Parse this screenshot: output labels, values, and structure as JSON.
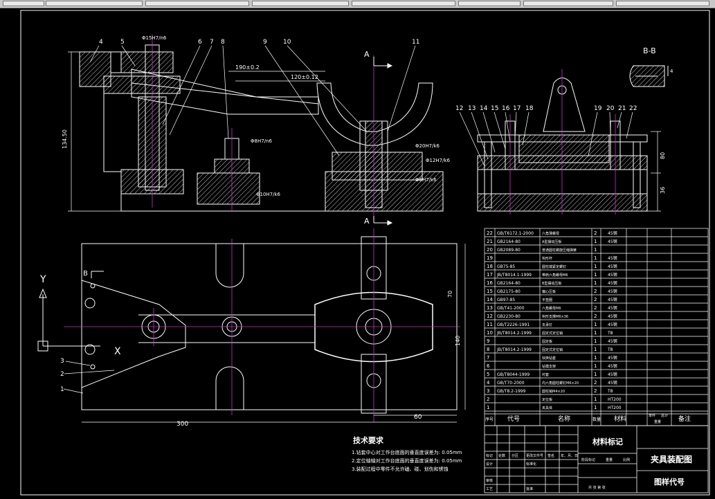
{
  "colors": {
    "background": "#000000",
    "line": "#ffffff",
    "center": "#cc33cc",
    "highlight": "#ffff00",
    "hatch": "#ffffff"
  },
  "front_view": {
    "section_label_top": "A",
    "section_label_bottom": "A",
    "dimensions": {
      "length_190": "190±0.2",
      "length_120": "120±0.12",
      "height": "134.50",
      "fit_15": "Φ15H7/n6",
      "fit_8": "Φ8H7/n6",
      "fit_20": "Φ20H7/k6",
      "fit_12": "Φ12H7/k6",
      "fit_6": "Φ6H7/k6",
      "fit_10": "Φ10H7/k6"
    },
    "balloons": [
      "4",
      "5",
      "6",
      "7",
      "8",
      "9",
      "10",
      "11"
    ]
  },
  "side_view": {
    "section_label": "B-B",
    "dim_4": "4",
    "dim_80": "80",
    "dim_36": "36",
    "balloons": [
      "12",
      "13",
      "14",
      "15",
      "16",
      "17",
      "18",
      "19",
      "20",
      "21",
      "22"
    ]
  },
  "top_view": {
    "axis_y": "Y",
    "axis_x": "X",
    "label_b": "B",
    "dim_300": "300",
    "dim_60": "60",
    "dim_70": "70",
    "dim_140": "140",
    "balloons": [
      "3",
      "2",
      "1"
    ]
  },
  "tech_req": {
    "title": "技术要求",
    "items": [
      "1.钻套中心对工作台底面的垂直度误差为: 0.05mm",
      "2.定位轴轴对工作台底面的垂直度误差为: 0.05mm",
      "3.装配过程中零件不允许磕、碰、划伤和锈蚀"
    ]
  },
  "bom": {
    "rows": [
      {
        "no": "22",
        "code": "GB/T6172.1-2000",
        "name": "六角薄螺母",
        "qty": "2",
        "mat": "45钢"
      },
      {
        "no": "21",
        "code": "GB2164-80",
        "name": "A型摆动压板",
        "qty": "1",
        "mat": "45钢"
      },
      {
        "no": "20",
        "code": "GB2089-80",
        "name": "普通圆柱螺旋压缩弹簧",
        "qty": "1",
        "mat": ""
      },
      {
        "no": "19",
        "code": "",
        "name": "钩形杆",
        "qty": "1",
        "mat": "45钢"
      },
      {
        "no": "18",
        "code": "GB75-85",
        "name": "圆柱端紧定螺钉",
        "qty": "1",
        "mat": "45钢"
      },
      {
        "no": "17",
        "code": "JB/T8014.1-1999",
        "name": "带肩六角螺母M6",
        "qty": "1",
        "mat": "45钢"
      },
      {
        "no": "16",
        "code": "GB2164-80",
        "name": "B型摆动压板",
        "qty": "1",
        "mat": "45钢"
      },
      {
        "no": "15",
        "code": "GB2175-80",
        "name": "偏心压板",
        "qty": "2",
        "mat": "45钢"
      },
      {
        "no": "14",
        "code": "GB97-85",
        "name": "平垫圈",
        "qty": "2",
        "mat": "45钢"
      },
      {
        "no": "13",
        "code": "GB/T41-2000",
        "name": "六角螺母M6",
        "qty": "2",
        "mat": "45钢"
      },
      {
        "no": "12",
        "code": "GB2230-80",
        "name": "钩形支撑M6×36",
        "qty": "2",
        "mat": "45钢"
      },
      {
        "no": "11",
        "code": "GB/T2226-1991",
        "name": "支承钉",
        "qty": "1",
        "mat": "45钢"
      },
      {
        "no": "10",
        "code": "JB/T8014.2-1999",
        "name": "固定式定位销",
        "qty": "1",
        "mat": "T8"
      },
      {
        "no": "9",
        "code": "",
        "name": "固定板",
        "qty": "1",
        "mat": "45钢"
      },
      {
        "no": "8",
        "code": "JB/T8014.2-1999",
        "name": "固定式定位销",
        "qty": "1",
        "mat": "T8"
      },
      {
        "no": "7",
        "code": "",
        "name": "快换钻套",
        "qty": "1",
        "mat": "45钢"
      },
      {
        "no": "6",
        "code": "",
        "name": "钻模支架",
        "qty": "1",
        "mat": "45钢"
      },
      {
        "no": "5",
        "code": "GB/T8044-1999",
        "name": "衬套",
        "qty": "1",
        "mat": "45钢"
      },
      {
        "no": "4",
        "code": "GB/T70-2000",
        "name": "内六角圆柱螺钉M6×20",
        "qty": "2",
        "mat": "45钢"
      },
      {
        "no": "3",
        "code": "GB/T8.2-1999",
        "name": "圆柱销M4×20",
        "qty": "2",
        "mat": "T8"
      },
      {
        "no": "2",
        "code": "",
        "name": "定位板",
        "qty": "1",
        "mat": "HT200"
      },
      {
        "no": "1",
        "code": "",
        "name": "夹具体",
        "qty": "1",
        "mat": "HT200"
      }
    ],
    "header": {
      "no": "序号",
      "code": "代号",
      "name": "名称",
      "qty": "数量",
      "mat": "材料",
      "single": "单件",
      "total": "总计",
      "weight": "重量",
      "note": "备注"
    }
  },
  "title_block": {
    "material_mark": "材料标记",
    "drawing_name": "夹具装配图",
    "drawing_code": "图样代号",
    "row_labels": [
      "标记",
      "处数",
      "分区",
      "更改文件号",
      "签名",
      "年、月、日"
    ],
    "design": "设计",
    "standard": "标准化",
    "stage": "阶段标记",
    "weight": "重量",
    "ratio": "比例",
    "review": "审核",
    "process": "工艺",
    "approve": "批准",
    "sheets": "共 张 第 张"
  }
}
